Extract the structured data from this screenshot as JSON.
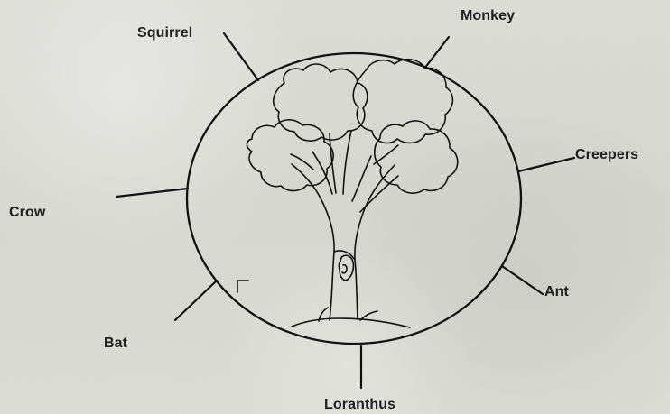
{
  "labels": {
    "squirrel": "Squirrel",
    "monkey": "Monkey",
    "creepers": "Creepers",
    "crow": "Crow",
    "ant": "Ant",
    "bat": "Bat",
    "loranthus": "Loranthus"
  }
}
